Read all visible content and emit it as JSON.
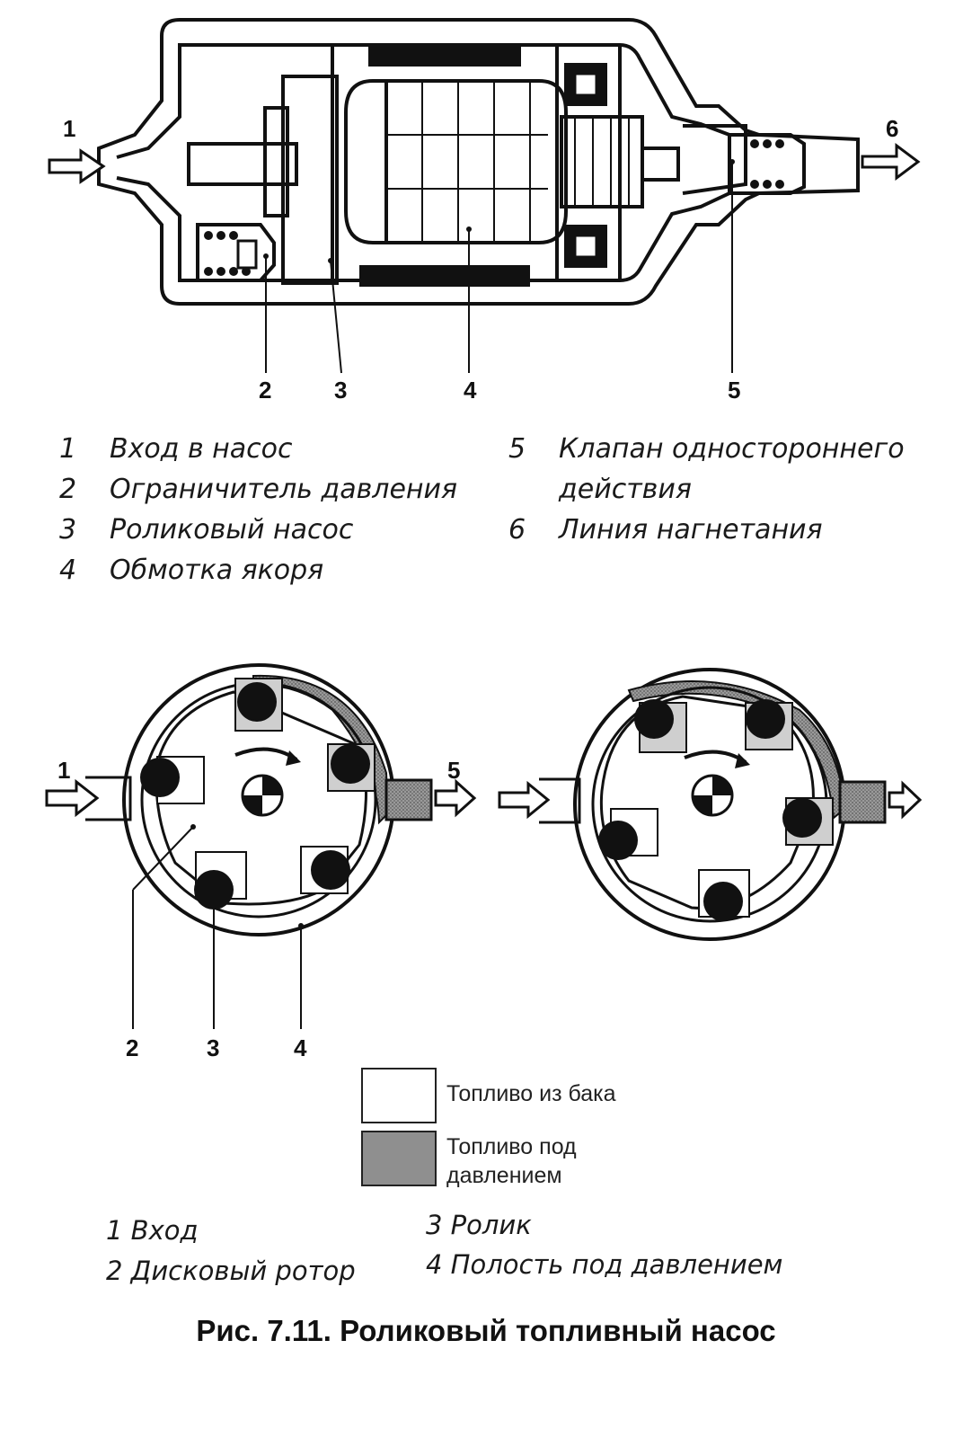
{
  "top_callouts": {
    "c1": "1",
    "c2": "2",
    "c3": "3",
    "c4": "4",
    "c5": "5",
    "c6": "6"
  },
  "top_legend": [
    {
      "num": "1",
      "text": "Вход в насос"
    },
    {
      "num": "2",
      "text": "Ограничитель давления"
    },
    {
      "num": "3",
      "text": "Роликовый насос"
    },
    {
      "num": "4",
      "text": "Обмотка якоря"
    },
    {
      "num": "5",
      "text": "Клапан одностороннего",
      "text2": "действия"
    },
    {
      "num": "6",
      "text": "Линия нагнетания"
    }
  ],
  "bottom_callouts": {
    "c1": "1",
    "c5": "5",
    "c2": "2",
    "c3": "3",
    "c4": "4"
  },
  "key": {
    "fuel_tank": "Топливо из бака",
    "fuel_pressure_1": "Топливо под",
    "fuel_pressure_2": "давлением"
  },
  "bottom_legend": {
    "l1": "1 Вход",
    "l2": "2 Дисковый ротор",
    "l3": "3 Ролик",
    "l4": "4 Полость под давлением"
  },
  "figure_caption": "Рис. 7.11. Роликовый топливный насос",
  "colors": {
    "line": "#111111",
    "pressure_fill": "#8a8a8a",
    "background": "#ffffff"
  }
}
